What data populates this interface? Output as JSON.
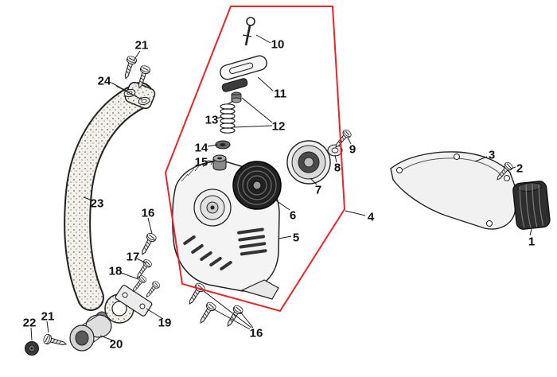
{
  "diagram": {
    "type": "exploded-parts-diagram",
    "background": "#ffffff",
    "highlight_color": "#e8262a",
    "line_color": "#1a1a1a",
    "labels": [
      {
        "id": "21-top",
        "text": "21"
      },
      {
        "id": "24",
        "text": "24"
      },
      {
        "id": "10",
        "text": "10"
      },
      {
        "id": "11",
        "text": "11"
      },
      {
        "id": "13",
        "text": "13"
      },
      {
        "id": "12",
        "text": "12"
      },
      {
        "id": "14",
        "text": "14"
      },
      {
        "id": "15",
        "text": "15"
      },
      {
        "id": "9",
        "text": "9"
      },
      {
        "id": "8",
        "text": "8"
      },
      {
        "id": "7",
        "text": "7"
      },
      {
        "id": "6",
        "text": "6"
      },
      {
        "id": "4",
        "text": "4"
      },
      {
        "id": "5",
        "text": "5"
      },
      {
        "id": "3",
        "text": "3"
      },
      {
        "id": "2",
        "text": "2"
      },
      {
        "id": "1",
        "text": "1"
      },
      {
        "id": "23",
        "text": "23"
      },
      {
        "id": "16-left",
        "text": "16"
      },
      {
        "id": "17",
        "text": "17"
      },
      {
        "id": "18",
        "text": "18"
      },
      {
        "id": "19",
        "text": "19"
      },
      {
        "id": "16-bottom",
        "text": "16"
      },
      {
        "id": "22",
        "text": "22"
      },
      {
        "id": "21-bottom",
        "text": "21"
      },
      {
        "id": "20",
        "text": "20"
      }
    ]
  }
}
